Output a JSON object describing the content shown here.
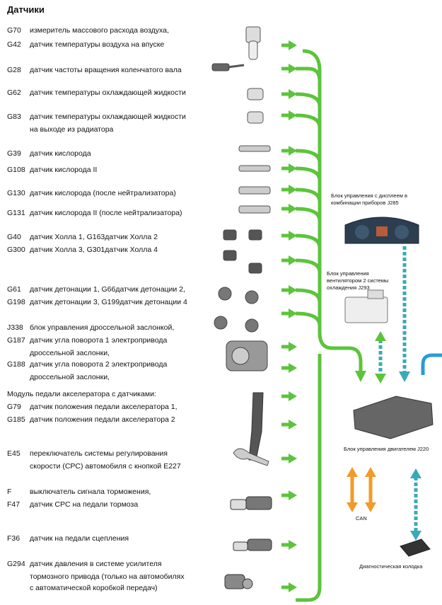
{
  "title": "Датчики",
  "sensors": [
    {
      "code": "G70",
      "desc": "измеритель массового расхода воздуха,"
    },
    {
      "code": "G42",
      "desc": "датчик температуры воздуха на впуске"
    },
    {
      "code": "G28",
      "desc": "датчик частоты вращения коленчатого вала"
    },
    {
      "code": "G62",
      "desc": "датчик температуры охлаждающей жидкости"
    },
    {
      "code": "G83",
      "desc": "датчик температуры охлаждающей жидкости"
    },
    {
      "code": "",
      "desc": "на выходе из радиатора"
    },
    {
      "code": "G39",
      "desc": "датчик кислорода"
    },
    {
      "code": "G108",
      "desc": "датчик кислорода II"
    },
    {
      "code": "G130",
      "desc": "датчик кислорода (после нейтрализатора)"
    },
    {
      "code": "G131",
      "desc": "датчик кислорода II (после нейтрализатора)"
    },
    {
      "code": "G40",
      "desc": "датчик Холла 1, G163датчик Холла 2"
    },
    {
      "code": "G300",
      "desc": "датчик Холла 3, G301датчик Холла 4"
    },
    {
      "code": "G61",
      "desc": "датчик детонации 1, G66датчик детонации 2,"
    },
    {
      "code": "G198",
      "desc": "датчик детонации 3, G199датчик детонации 4"
    },
    {
      "code": "J338",
      "desc": "блок управления дроссельной заслонкой,"
    },
    {
      "code": "G187",
      "desc": "датчик угла поворота 1 электропривода"
    },
    {
      "code": "",
      "desc": "дроссельной заслонки,"
    },
    {
      "code": "G188",
      "desc": "датчик угла поворота 2 электропривода"
    },
    {
      "code": "",
      "desc": "дроссельной заслонки,"
    },
    {
      "code": "G79",
      "desc": "датчик положения педали акселератора 1,"
    },
    {
      "code": "G185",
      "desc": "датчик положения педали акселератора 2"
    },
    {
      "code": "E45",
      "desc": "переключатель системы регулирования"
    },
    {
      "code": "",
      "desc": "скорости (CPC) автомобиля с кнопкой E227"
    },
    {
      "code": "F",
      "desc": "выключатель сигнала торможения,"
    },
    {
      "code": "F47",
      "desc": "датчик CPC на педали тормоза"
    },
    {
      "code": "F36",
      "desc": "датчик на педали сцепления"
    },
    {
      "code": "G294",
      "desc": "датчик давления в системе усилителя"
    },
    {
      "code": "",
      "desc": "тормозного привода (только на автомобилях"
    },
    {
      "code": "",
      "desc": "с автоматической коробкой передач)"
    }
  ],
  "pedal_module_label": "Модуль педали акселератора с датчиками:",
  "labels": {
    "dashboard": "Блок управления с дисплеем в комбинации приборов J285",
    "fan": "Блок управления вентилятором 2 системы охлаждения J293",
    "ecu": "Блок управления двигателем J220",
    "can": "CAN",
    "diag": "Диагностическая колодка"
  },
  "colors": {
    "green": "#5cc43c",
    "teal": "#3aaab8",
    "orange": "#f39a2a",
    "blue": "#2b9ad6"
  },
  "icons": [
    "maf-sensor-icon",
    "crank-sensor-icon",
    "temp-sensor-icon",
    "oxygen-sensor-icon",
    "hall-sensor-icon",
    "knock-sensor-icon",
    "throttle-body-icon",
    "accelerator-pedal-icon",
    "cruise-switch-icon",
    "brake-switch-icon",
    "clutch-switch-icon",
    "pressure-sensor-icon",
    "dashboard-icon",
    "fan-control-icon",
    "ecu-icon",
    "diagnostic-connector-icon"
  ]
}
